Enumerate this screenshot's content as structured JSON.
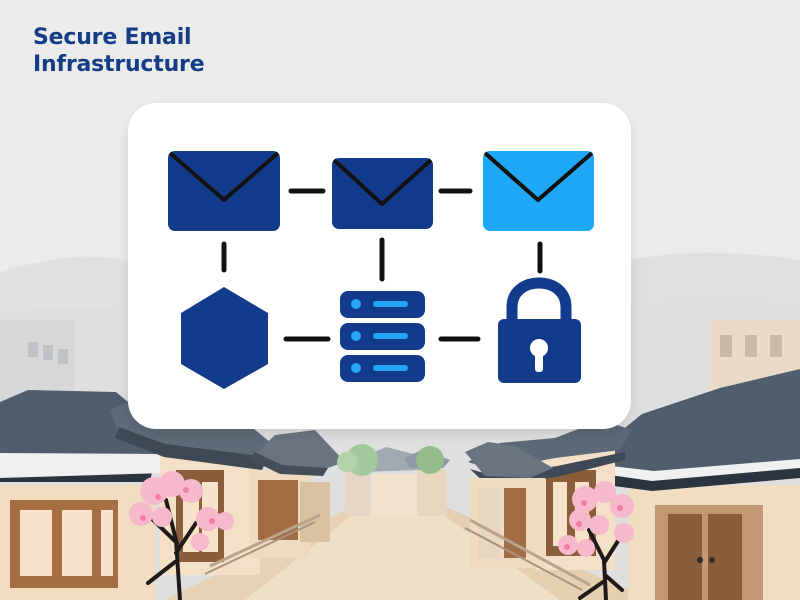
{
  "title": {
    "line1": "Secure Email",
    "line2": "Infrastructure"
  },
  "colors": {
    "dark_blue": "#123c8b",
    "light_blue": "#1ea8f5",
    "connector": "#111111",
    "card": "#ffffff",
    "background": "#ebebeb",
    "roof": "#4f5d6c",
    "wood": "#8a5d3b",
    "blossom": "#f6b8cb"
  },
  "diagram": {
    "nodes": [
      {
        "id": "mail-1",
        "icon": "envelope-icon",
        "color": "dark_blue"
      },
      {
        "id": "mail-2",
        "icon": "envelope-icon",
        "color": "dark_blue"
      },
      {
        "id": "mail-3",
        "icon": "envelope-icon",
        "color": "light_blue"
      },
      {
        "id": "hexagon",
        "icon": "hexagon-icon",
        "color": "dark_blue"
      },
      {
        "id": "server",
        "icon": "server-stack-icon",
        "color": "dark_blue"
      },
      {
        "id": "lock",
        "icon": "padlock-icon",
        "color": "dark_blue"
      }
    ],
    "connections": [
      [
        "mail-1",
        "mail-2"
      ],
      [
        "mail-2",
        "mail-3"
      ],
      [
        "mail-1",
        "hexagon"
      ],
      [
        "mail-2",
        "server"
      ],
      [
        "mail-3",
        "lock"
      ],
      [
        "hexagon",
        "server"
      ],
      [
        "server",
        "lock"
      ]
    ]
  }
}
